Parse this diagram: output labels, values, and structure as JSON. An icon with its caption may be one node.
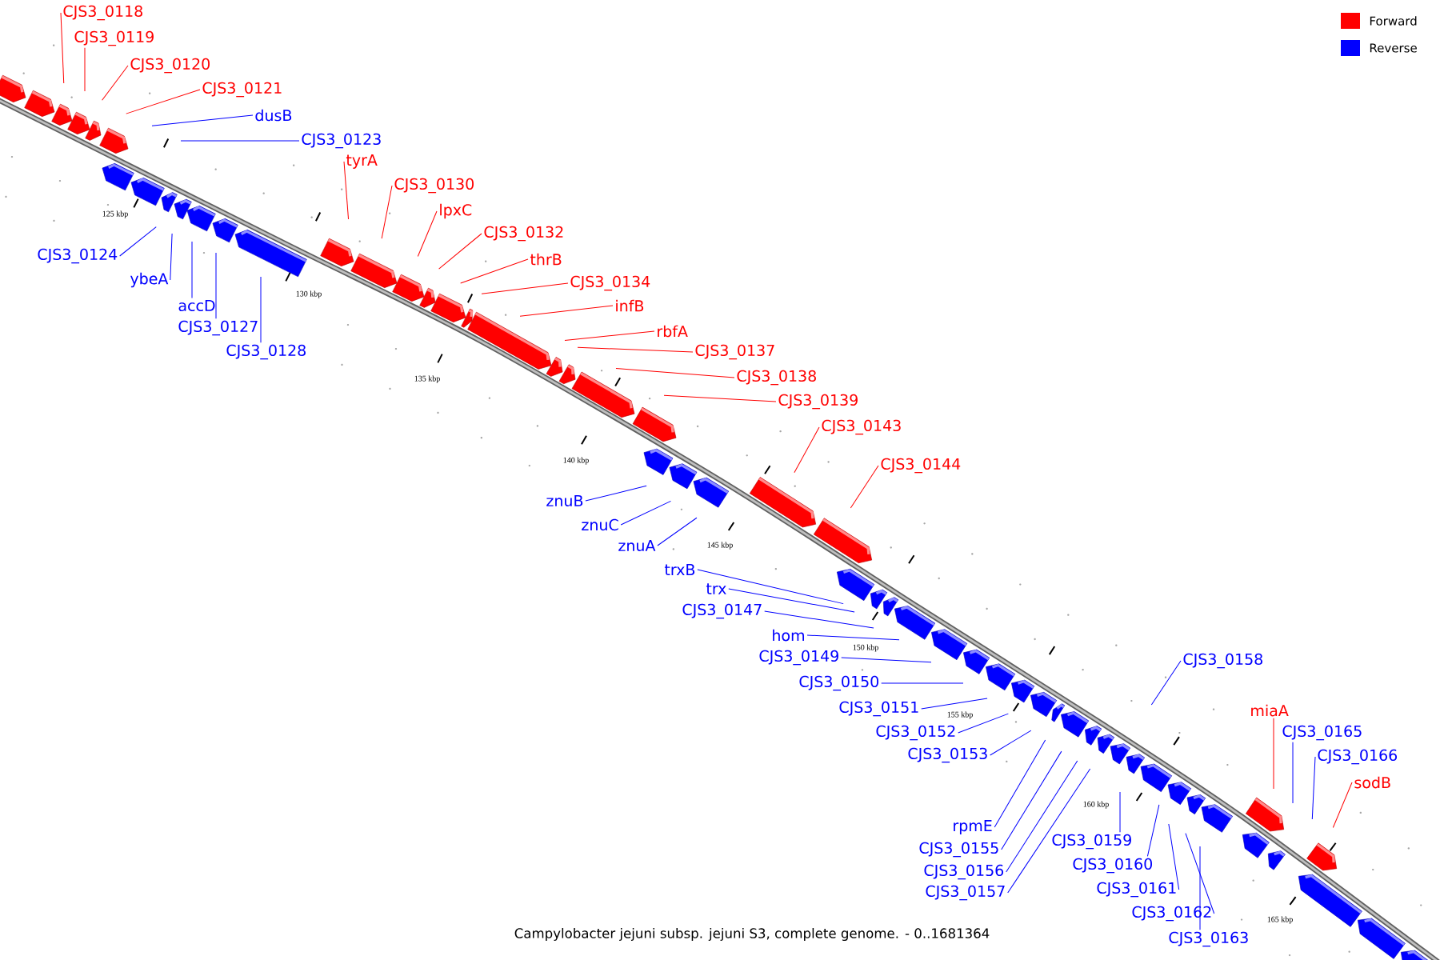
{
  "diagram": {
    "caption": "Campylobacter jejuni subsp. jejuni S3, complete genome. - 0..1681364",
    "nodes": [
      {
        "text": [
          "CJS3_0118"
        ]
      },
      {
        "text": [
          "CJS3_0119"
        ]
      },
      {
        "text": [
          "CJS3_0120"
        ]
      },
      {
        "text": [
          "CJS3_0121"
        ]
      },
      {
        "text": [
          "dusB"
        ]
      },
      {
        "text": [
          "CJS3_0123"
        ]
      },
      {
        "text": [
          "tyrA"
        ]
      },
      {
        "text": [
          "CJS3_0130"
        ]
      },
      {
        "text": [
          "lpxC"
        ]
      },
      {
        "text": [
          "CJS3_0132"
        ]
      },
      {
        "text": [
          "CJS3_0124"
        ]
      },
      {
        "text": [
          "thrB"
        ]
      },
      {
        "text": [
          "ybeA"
        ]
      },
      {
        "text": [
          "CJS3_0134"
        ]
      },
      {
        "text": [
          "accD"
        ]
      },
      {
        "text": [
          "infB"
        ]
      },
      {
        "text": [
          "CJS3_0127"
        ]
      },
      {
        "text": [
          "rbfA"
        ]
      },
      {
        "text": [
          "CJS3_0137"
        ]
      },
      {
        "text": [
          "CJS3_0128"
        ]
      },
      {
        "text": [
          "CJS3_0138"
        ]
      },
      {
        "text": [
          "CJS3_0139"
        ]
      },
      {
        "text": [
          "CJS3_0143"
        ]
      },
      {
        "text": [
          "CJS3_0144"
        ]
      },
      {
        "text": [
          "znuB"
        ]
      },
      {
        "text": [
          "znuC"
        ]
      },
      {
        "text": [
          "znuA"
        ]
      },
      {
        "text": [
          "trxB"
        ]
      },
      {
        "text": [
          "trx"
        ]
      },
      {
        "text": [
          "CJS3_0147"
        ]
      },
      {
        "text": [
          "hom"
        ]
      },
      {
        "text": [
          "CJS3_0149"
        ]
      },
      {
        "text": [
          "CJS3_0158"
        ]
      },
      {
        "text": [
          "CJS3_0150"
        ]
      },
      {
        "text": [
          "CJS3_0151"
        ]
      },
      {
        "text": [
          "miaA"
        ]
      },
      {
        "text": [
          "CJS3_0152"
        ]
      },
      {
        "text": [
          "CJS3_0165"
        ]
      },
      {
        "text": [
          "CJS3_0153"
        ]
      },
      {
        "text": [
          "CJS3_0166"
        ]
      },
      {
        "text": [
          "sodB"
        ]
      },
      {
        "text": [
          "rpmE"
        ]
      },
      {
        "text": [
          "CJS3_0159"
        ]
      },
      {
        "text": [
          "CJS3_0155"
        ]
      },
      {
        "text": [
          "CJS3_0160"
        ]
      },
      {
        "text": [
          "CJS3_0156"
        ]
      },
      {
        "text": [
          "CJS3_0161"
        ]
      },
      {
        "text": [
          "CJS3_0157"
        ]
      },
      {
        "text": [
          "CJS3_0162"
        ]
      },
      {
        "text": [
          "CJS3_0163"
        ]
      }
    ],
    "edges": [
      {
        "from": 0,
        "to": null,
        "arrow": "none",
        "color": "#ff0000"
      },
      {
        "from": 1,
        "to": null,
        "arrow": "none",
        "color": "#ff0000"
      },
      {
        "from": 2,
        "to": null,
        "arrow": "none",
        "color": "#ff0000"
      },
      {
        "from": 3,
        "to": null,
        "arrow": "none",
        "color": "#ff0000"
      },
      {
        "from": 4,
        "to": null,
        "arrow": "none"
      },
      {
        "from": 5,
        "to": null,
        "arrow": "none"
      },
      {
        "from": 6,
        "to": null,
        "arrow": "none",
        "color": "#ff0000"
      },
      {
        "from": 7,
        "to": null,
        "arrow": "none",
        "color": "#ff0000"
      },
      {
        "from": 8,
        "to": null,
        "arrow": "none",
        "color": "#ff0000"
      },
      {
        "from": 9,
        "to": null,
        "arrow": "none",
        "color": "#ff0000"
      },
      {
        "from": 10,
        "to": null,
        "arrow": "none"
      },
      {
        "from": 11,
        "to": null,
        "arrow": "none",
        "color": "#ff0000"
      },
      {
        "from": 12,
        "to": null,
        "arrow": "none"
      },
      {
        "from": 13,
        "to": null,
        "arrow": "none",
        "color": "#ff0000"
      },
      {
        "from": 14,
        "to": null,
        "arrow": "none"
      },
      {
        "from": 15,
        "to": null,
        "arrow": "none",
        "color": "#ff0000"
      },
      {
        "from": 16,
        "to": null,
        "arrow": "none"
      },
      {
        "from": 17,
        "to": null,
        "arrow": "none",
        "color": "#ff0000"
      },
      {
        "from": 18,
        "to": null,
        "arrow": "none",
        "color": "#ff0000"
      },
      {
        "from": 19,
        "to": null,
        "arrow": "none"
      },
      {
        "from": 20,
        "to": null,
        "arrow": "none",
        "color": "#ff0000"
      },
      {
        "from": 21,
        "to": null,
        "arrow": "none",
        "color": "#ff0000"
      },
      {
        "from": 22,
        "to": null,
        "arrow": "none",
        "color": "#ff0000"
      },
      {
        "from": 23,
        "to": null,
        "arrow": "none",
        "color": "#ff0000"
      },
      {
        "from": 24,
        "to": null,
        "arrow": "none"
      },
      {
        "from": 25,
        "to": null,
        "arrow": "none"
      },
      {
        "from": 26,
        "to": null,
        "arrow": "none"
      },
      {
        "from": 27,
        "to": null,
        "arrow": "none"
      },
      {
        "from": 28,
        "to": null,
        "arrow": "none"
      },
      {
        "from": 29,
        "to": null,
        "arrow": "none"
      },
      {
        "from": 30,
        "to": null,
        "arrow": "none"
      },
      {
        "from": 31,
        "to": null,
        "arrow": "none"
      },
      {
        "from": 32,
        "to": null,
        "arrow": "none"
      },
      {
        "from": 33,
        "to": null,
        "arrow": "none"
      },
      {
        "from": 34,
        "to": null,
        "arrow": "none"
      },
      {
        "from": 35,
        "to": null,
        "arrow": "none",
        "color": "#ff0000"
      },
      {
        "from": 36,
        "to": null,
        "arrow": "none"
      },
      {
        "from": 37,
        "to": null,
        "arrow": "none"
      },
      {
        "from": 38,
        "to": null,
        "arrow": "none"
      },
      {
        "from": 39,
        "to": null,
        "arrow": "none"
      },
      {
        "from": 40,
        "to": null,
        "arrow": "none",
        "color": "#ff0000"
      },
      {
        "from": 41,
        "to": null,
        "arrow": "none"
      },
      {
        "from": 42,
        "to": null,
        "arrow": "none"
      },
      {
        "from": 43,
        "to": null,
        "arrow": "none"
      },
      {
        "from": 44,
        "to": null,
        "arrow": "none"
      },
      {
        "from": 45,
        "to": null,
        "arrow": "none"
      },
      {
        "from": 46,
        "to": null,
        "arrow": "none"
      },
      {
        "from": 47,
        "to": null,
        "arrow": "none"
      },
      {
        "from": 48,
        "to": null,
        "arrow": "none"
      },
      {
        "from": 49,
        "to": null,
        "arrow": "none"
      }
    ],
    "labels": [
      "125 kbp",
      "130 kbp",
      "135 kbp",
      "140 kbp",
      "145 kbp",
      "150 kbp",
      "155 kbp",
      "160 kbp",
      "165 kbp"
    ],
    "legend": [
      {
        "text": "Forward",
        "color": "#ff0000"
      },
      {
        "text": "Reverse",
        "color": "#0000ff"
      }
    ]
  }
}
